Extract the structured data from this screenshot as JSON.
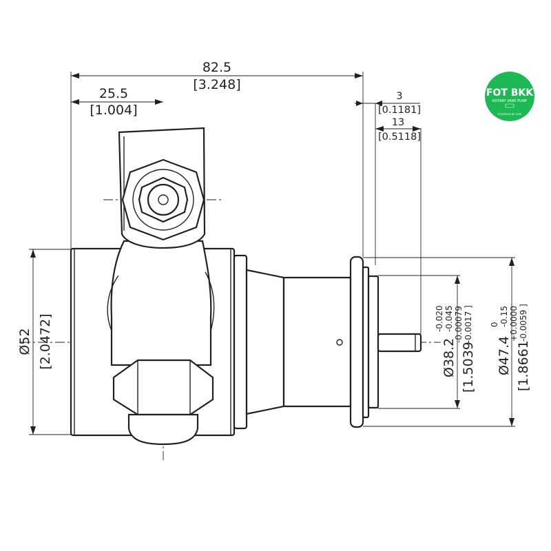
{
  "logo": {
    "brand": "FOT BKK",
    "tagline": "ROTARY VANE PUMP",
    "sub": "POWERED BY GHM",
    "color": "#1db954"
  },
  "dimensions": {
    "overall_length": {
      "mm": "82.5",
      "inch": "[3.248]"
    },
    "port_offset": {
      "mm": "25.5",
      "inch": "[1.004]"
    },
    "flange_thickness": {
      "mm": "3",
      "inch": "[0.1181]"
    },
    "shaft_length": {
      "mm": "13",
      "inch": "[0.5118]"
    },
    "body_diameter": {
      "mm": "Ø52",
      "inch": "[2.0472]"
    },
    "pilot_diameter": {
      "mm": "Ø38.2",
      "tol_upper": "-0.020",
      "tol_lower": "-0.045",
      "inch": "[1.5039",
      "inch_tol_upper": "-0.00079",
      "inch_tol_lower": "-0.0017 ]"
    },
    "flange_diameter": {
      "mm": "Ø47.4",
      "tol_upper": "0",
      "tol_lower": "-0.15",
      "inch": "[1.8661",
      "inch_tol_upper": "+0.0000",
      "inch_tol_lower": "-0.0059 ]"
    }
  }
}
